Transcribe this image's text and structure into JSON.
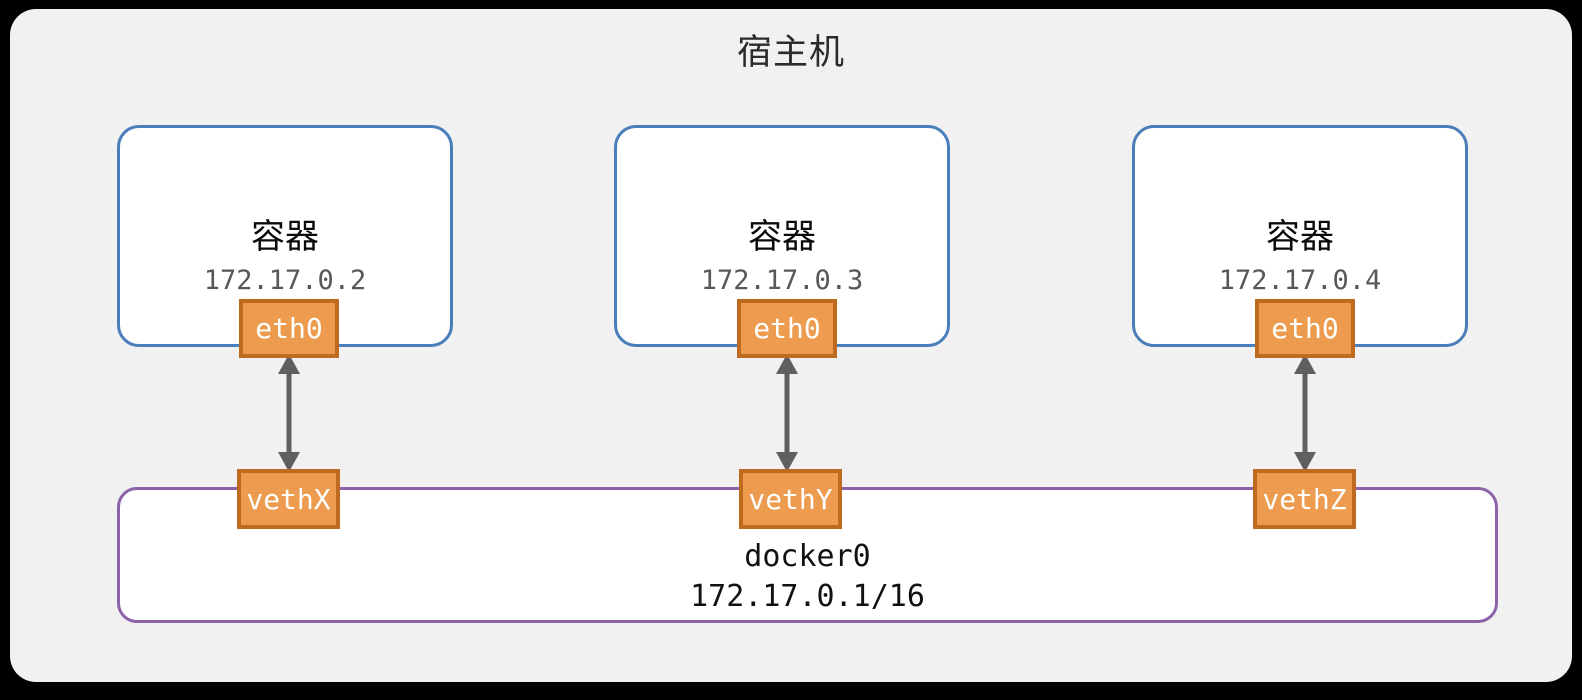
{
  "host": {
    "title": "宿主机"
  },
  "containers": [
    {
      "label": "容器",
      "ip": "172.17.0.2",
      "iface": "eth0",
      "veth": "vethX"
    },
    {
      "label": "容器",
      "ip": "172.17.0.3",
      "iface": "eth0",
      "veth": "vethY"
    },
    {
      "label": "容器",
      "ip": "172.17.0.4",
      "iface": "eth0",
      "veth": "vethZ"
    }
  ],
  "bridge": {
    "name": "docker0",
    "cidr": "172.17.0.1/16"
  },
  "colors": {
    "background": "#000000",
    "host_panel": "#F1F1F1",
    "container_border": "#4A7EBB",
    "container_fill": "#FFFFFF",
    "bridge_border": "#8C63A8",
    "bridge_fill": "#FFFFFF",
    "interface_fill": "#ED9C4F",
    "interface_border": "#BE6B20",
    "interface_text": "#FFFFFF",
    "arrow": "#5F5F5F",
    "ip_text": "#585858",
    "title_text": "#2B2B2B"
  },
  "icons": {
    "link_arrow": "double-headed-vertical-arrow"
  }
}
